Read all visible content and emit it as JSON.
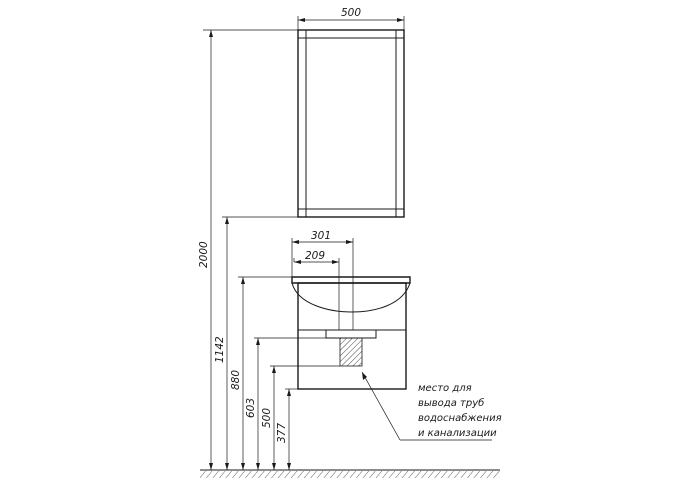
{
  "dimensions": {
    "cabinet_width": "500",
    "sink_width": "301",
    "sink_offset": "209",
    "height_total": "2000",
    "height_cabinet_bottom": "1142",
    "height_sink_top": "880",
    "height_pipe_top": "603",
    "height_pipe_mid": "500",
    "height_pipe_bottom": "377"
  },
  "note": {
    "lines": [
      "место для",
      "вывода труб",
      "водоснабжения",
      "и канализации"
    ]
  }
}
